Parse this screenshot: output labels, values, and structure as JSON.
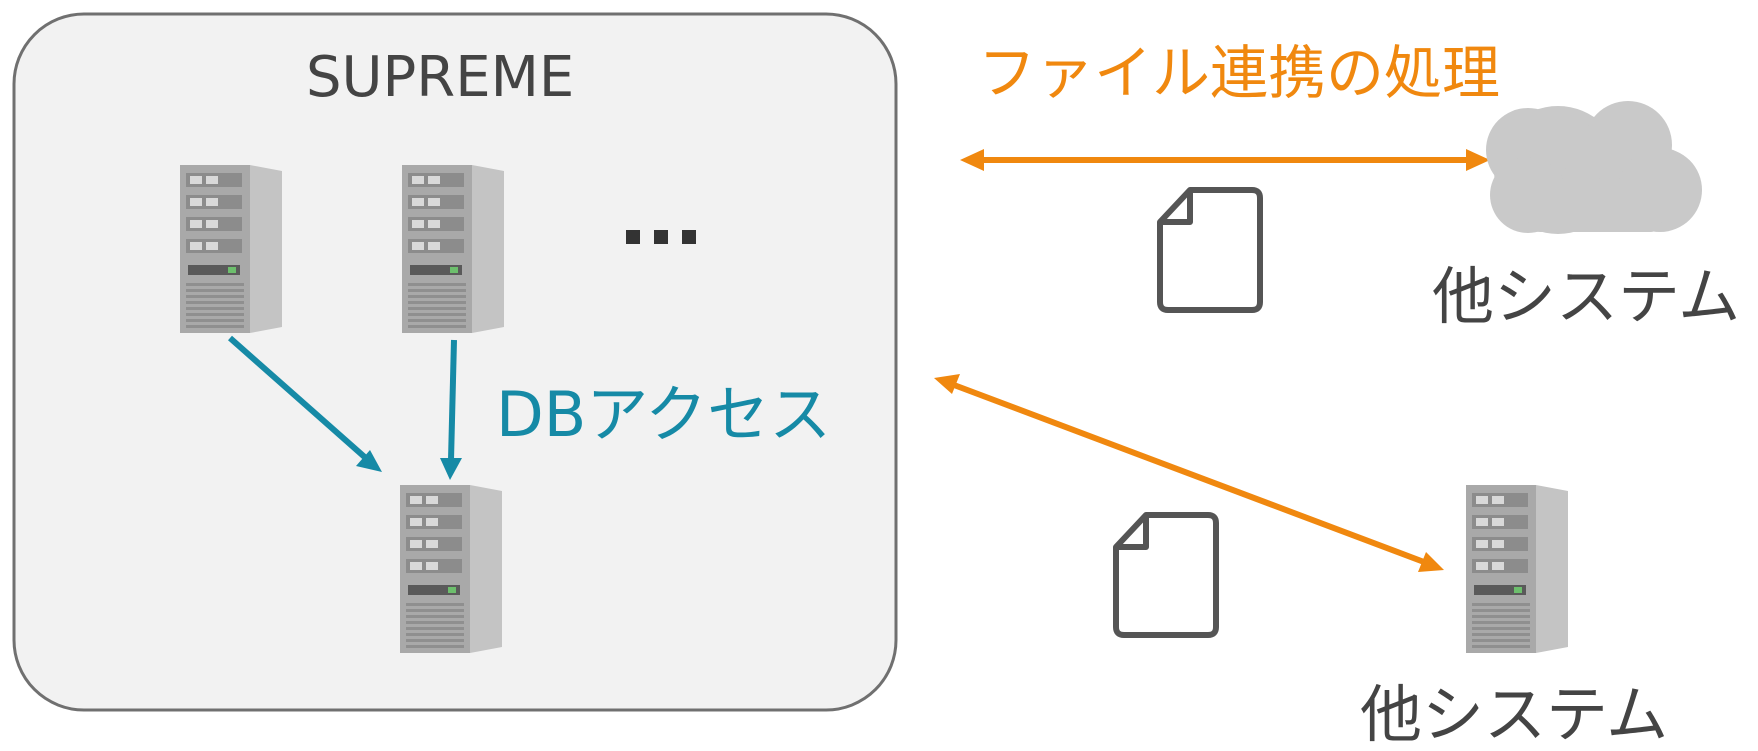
{
  "supreme": {
    "title": "SUPREME"
  },
  "db_access": {
    "label": "DBアクセス"
  },
  "file_link": {
    "label": "ファイル連携の処理"
  },
  "external": [
    {
      "label": "他システム",
      "icon": "cloud-icon"
    },
    {
      "label": "他システム",
      "icon": "server-icon"
    }
  ],
  "colors": {
    "orange": "#F0880F",
    "teal": "#168AA6",
    "panel": "#F2F2F2",
    "text": "#444444"
  }
}
